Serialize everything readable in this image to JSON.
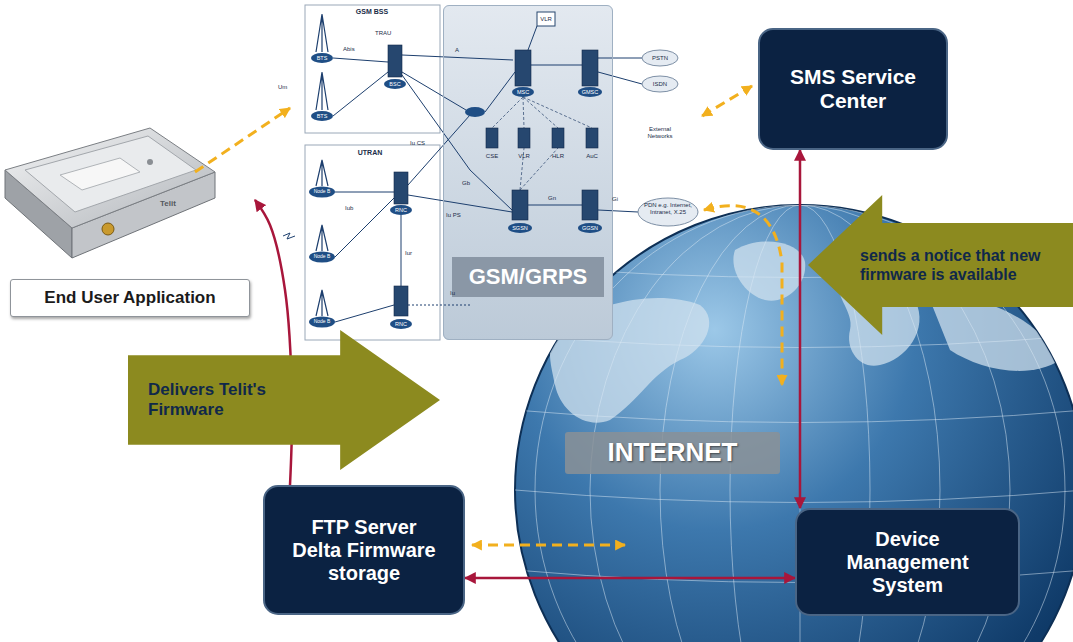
{
  "diagram": {
    "nodes": [
      {
        "text": [
          "GSM/GRPS"
        ]
      },
      {
        "text": [
          "SMS Service Center"
        ]
      },
      {
        "text": [
          "sends a notice that new firmware is available"
        ]
      },
      {
        "text": [
          "End User Application"
        ]
      },
      {
        "text": [
          "Delivers Telit's Firmware"
        ]
      },
      {
        "text": [
          "FTP Server Delta Firmware storage"
        ]
      },
      {
        "text": [
          "Device Management System"
        ]
      }
    ],
    "edges": [
      {
        "from": 1,
        "to": 6,
        "arrow": "both"
      },
      {
        "from": 6,
        "to": 5,
        "arrow": "both"
      },
      {
        "from": 5,
        "to": 3,
        "arrow": "to"
      }
    ],
    "labels": [
      "GSM BSS",
      "TRAU",
      "Abis",
      "Um",
      "BTS",
      "BTS",
      "BSC",
      "A",
      "UTRAN",
      "Node B",
      "Node B",
      "Node B",
      "RNC",
      "RNC",
      "Iub",
      "Iur",
      "Iu CS",
      "Iu PS",
      "Iu",
      "VLR",
      "MSC",
      "GMSC",
      "CSE",
      "VLR",
      "HLR",
      "AuC",
      "Gb",
      "SGSN",
      "GGSN",
      "Gn",
      "Gi",
      "PSTN",
      "ISDN",
      "External Networks",
      "PDN e.g. Internet, Intranet, X.25",
      "INTERNET",
      "Telit"
    ]
  }
}
